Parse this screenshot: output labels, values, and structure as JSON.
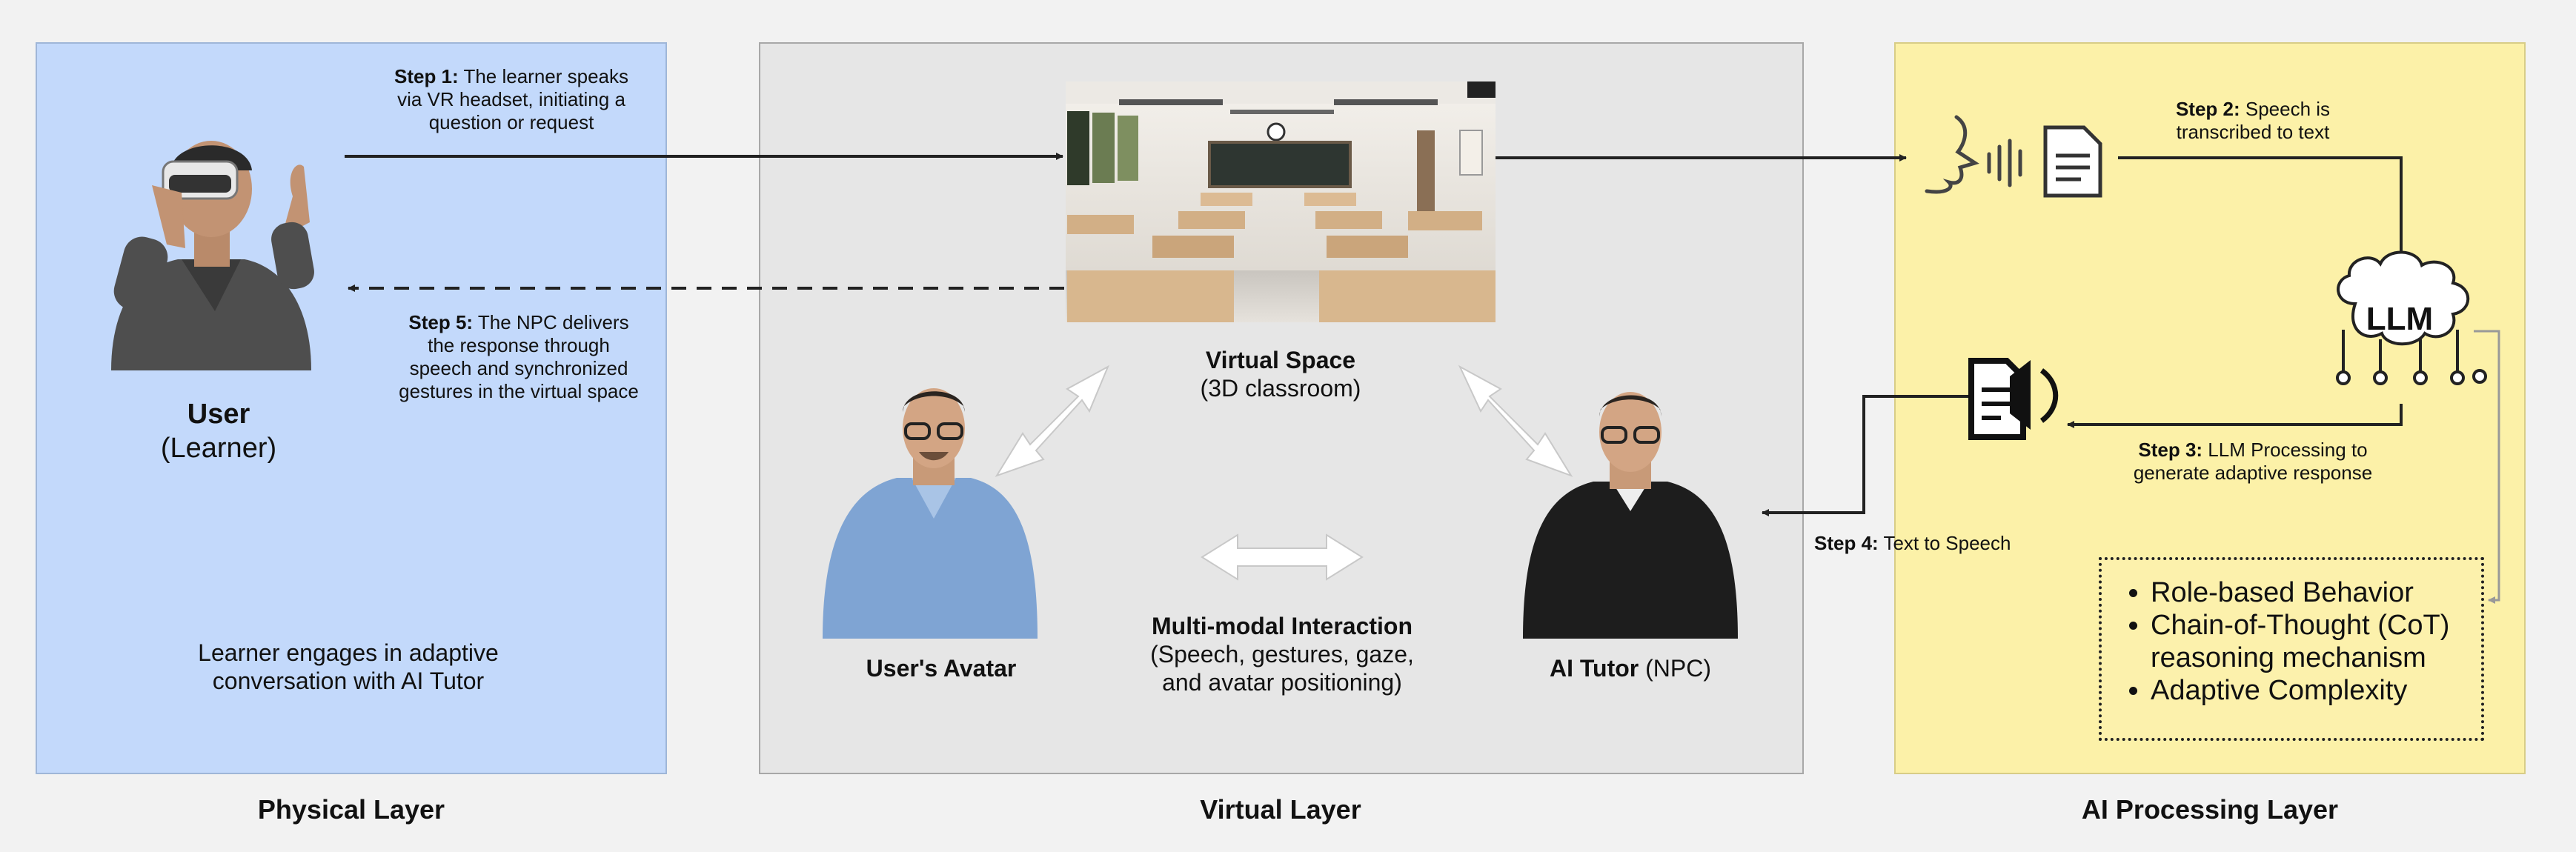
{
  "layers": {
    "physical": "Physical Layer",
    "virtual": "Virtual Layer",
    "ai": "AI Processing Layer"
  },
  "user": {
    "name": "User",
    "role": "(Learner)"
  },
  "physical_caption": [
    "Learner engages in adaptive",
    "conversation with AI Tutor"
  ],
  "virtual_space": {
    "title": "Virtual Space",
    "subtitle": "(3D classroom)"
  },
  "avatar_label": "User's Avatar",
  "tutor": {
    "label": "AI Tutor",
    "suffix": "(NPC)"
  },
  "interaction": {
    "title": "Multi-modal Interaction",
    "lines": [
      "(Speech, gestures, gaze,",
      "and avatar positioning)"
    ]
  },
  "steps": {
    "s1": {
      "label": "Step 1:",
      "lines": [
        "The learner speaks",
        "via VR headset, initiating a",
        "question or request"
      ]
    },
    "s2": {
      "label": "Step 2:",
      "lines": [
        "Speech is",
        "transcribed to text"
      ]
    },
    "s3": {
      "label": "Step 3:",
      "lines": [
        "LLM Processing to",
        "generate adaptive response"
      ]
    },
    "s4": {
      "label": "Step 4:",
      "text": "Text to Speech"
    },
    "s5": {
      "label": "Step 5:",
      "lines": [
        "The NPC delivers",
        "the response through",
        "speech and synchronized",
        "gestures in the virtual space"
      ]
    }
  },
  "llm_label": "LLM",
  "llm_features": [
    "Role-based Behavior",
    "Chain-of-Thought (CoT)",
    "reasoning mechanism",
    "Adaptive Complexity"
  ]
}
